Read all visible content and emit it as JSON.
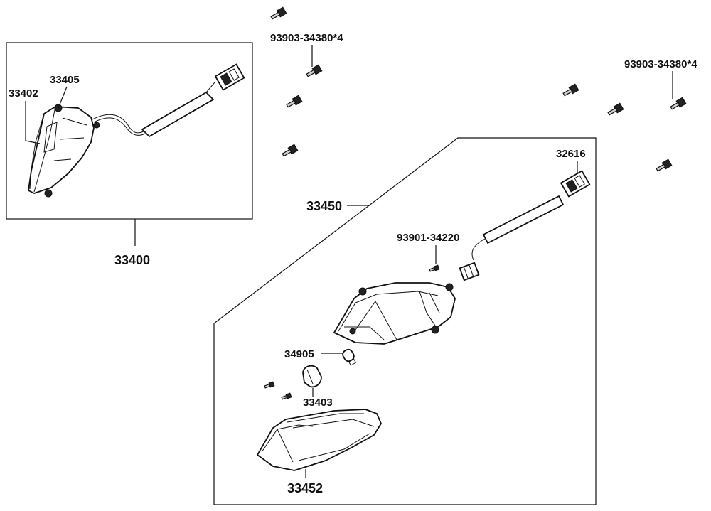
{
  "labels": {
    "bolt_left_group": "93903-34380*4",
    "bolt_right_group": "93903-34380*4",
    "left_assembly": "33400",
    "left_lens": "33402",
    "left_socket": "33405",
    "right_assembly": "33450",
    "connector": "32616",
    "screw": "93901-34220",
    "bulb": "34905",
    "socket": "33403",
    "lens": "33452"
  }
}
